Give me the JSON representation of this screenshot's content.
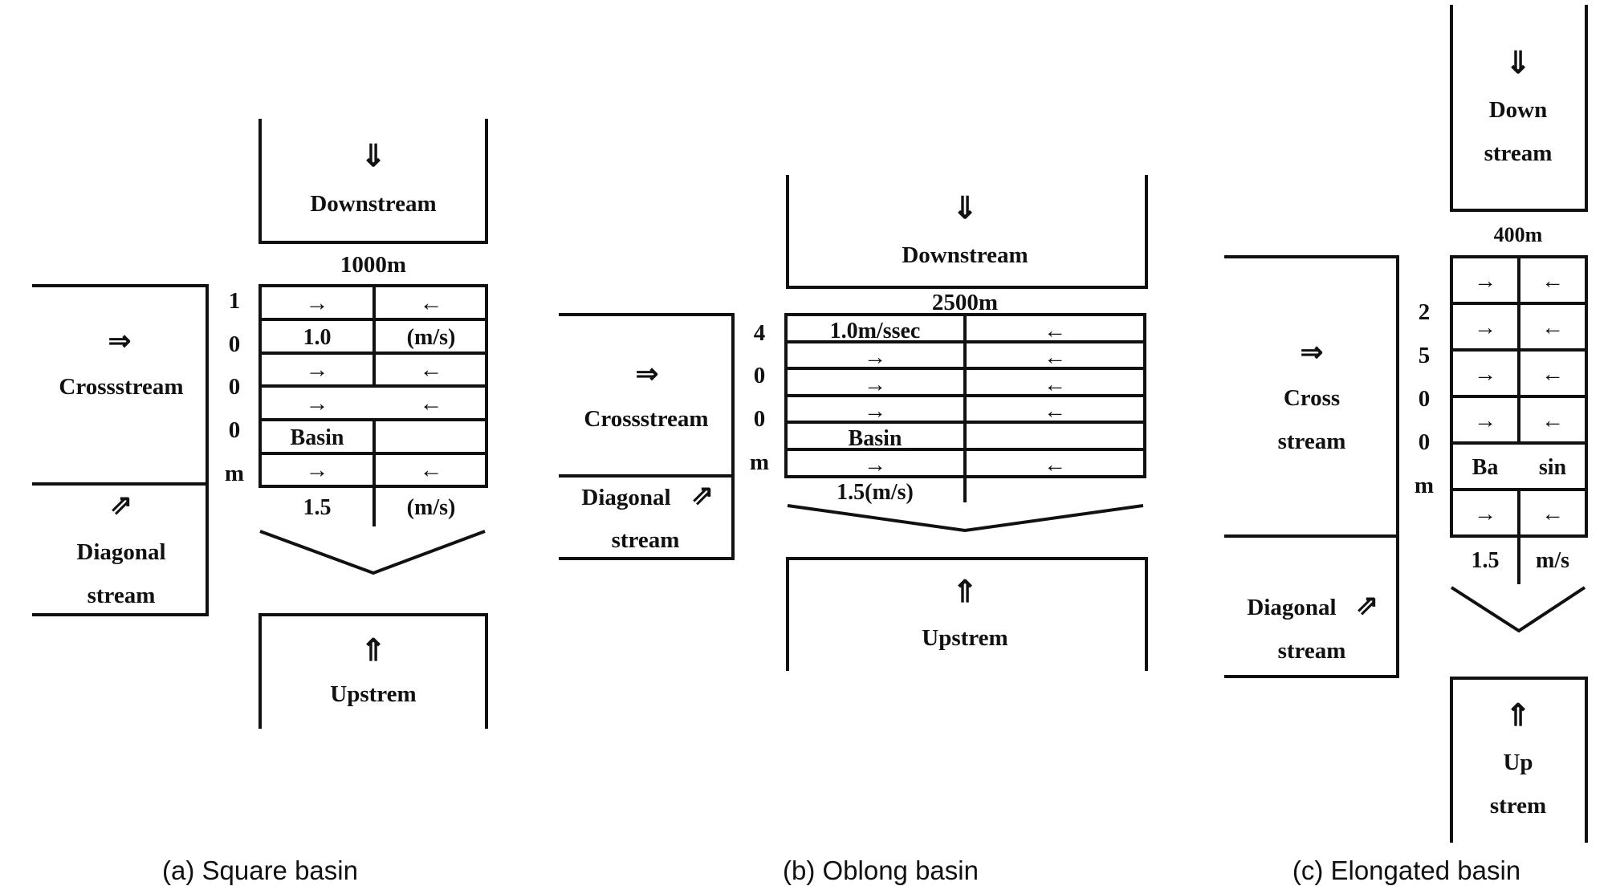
{
  "panel_a": {
    "caption": "(a) Square basin",
    "downstream": {
      "arrow": "⇓",
      "label": "Downstream"
    },
    "upstream": {
      "arrow": "⇑",
      "label": "Upstrem"
    },
    "crossstream": {
      "arrow": "⇒",
      "label": "Crossstream"
    },
    "diagonal": {
      "arrow": "⇗",
      "line1": "Diagonal",
      "line2": "stream"
    },
    "width_label": "1000m",
    "height_digits": [
      "1",
      "0",
      "0",
      "0",
      "m"
    ],
    "rows": [
      {
        "left": "→",
        "right": "←"
      },
      {
        "left": "1.0",
        "right": "(m/s)"
      },
      {
        "left": "→",
        "right": "←"
      },
      {
        "left": "→",
        "right": "←"
      },
      {
        "left": "Basin",
        "right": ""
      },
      {
        "left": "→",
        "right": "←"
      }
    ],
    "bottom_left": "1.5",
    "bottom_right": "(m/s)"
  },
  "panel_b": {
    "caption": "(b) Oblong basin",
    "downstream": {
      "arrow": "⇓",
      "label": "Downstream"
    },
    "upstream": {
      "arrow": "⇑",
      "label": "Upstrem"
    },
    "crossstream": {
      "arrow": "⇒",
      "label": "Crossstream"
    },
    "diagonal": {
      "arrow": "⇗",
      "line1": "Diagonal",
      "line2": "stream"
    },
    "width_label": "2500m",
    "height_digits": [
      "4",
      "0",
      "0",
      "m"
    ],
    "rows": [
      {
        "left": "1.0m/ssec",
        "right": "←"
      },
      {
        "left": "→",
        "right": "←"
      },
      {
        "left": "→",
        "right": "←"
      },
      {
        "left": "→",
        "right": "←"
      },
      {
        "left": "Basin",
        "right": ""
      },
      {
        "left": "→",
        "right": "←"
      }
    ],
    "bottom_left": "1.5(m/s)"
  },
  "panel_c": {
    "caption": "(c) Elongated basin",
    "downstream": {
      "arrow": "⇓",
      "line1": "Down",
      "line2": "stream"
    },
    "upstream": {
      "arrow": "⇑",
      "line1": "Up",
      "line2": "strem"
    },
    "crossstream": {
      "arrow": "⇒",
      "line1": "Cross",
      "line2": "stream"
    },
    "diagonal": {
      "arrow": "⇗",
      "line1": "Diagonal",
      "line2": "stream"
    },
    "width_label": "400m",
    "height_digits": [
      "2",
      "5",
      "0",
      "0",
      "m"
    ],
    "rows": [
      {
        "left": "→",
        "right": "←"
      },
      {
        "left": "→",
        "right": "←"
      },
      {
        "left": "→",
        "right": "←"
      },
      {
        "left": "→",
        "right": "←"
      },
      {
        "left": "Ba",
        "right": "sin"
      },
      {
        "left": "→",
        "right": "←"
      }
    ],
    "bottom_left": "1.5",
    "bottom_right": "m/s"
  }
}
